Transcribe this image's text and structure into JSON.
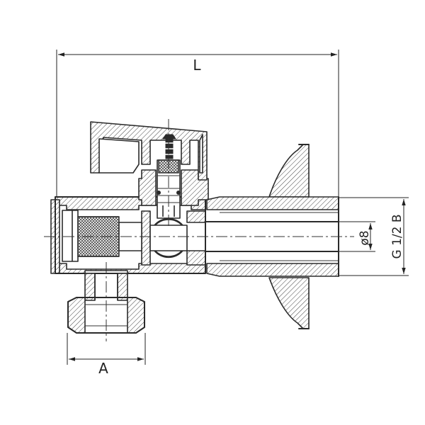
{
  "dimensions": {
    "length_label": "L",
    "outlet_width_label": "A",
    "bore_label": "ø8",
    "thread_label": "G 1/2 B"
  },
  "colors": {
    "line": "#2b2b2b",
    "background": "#ffffff"
  }
}
